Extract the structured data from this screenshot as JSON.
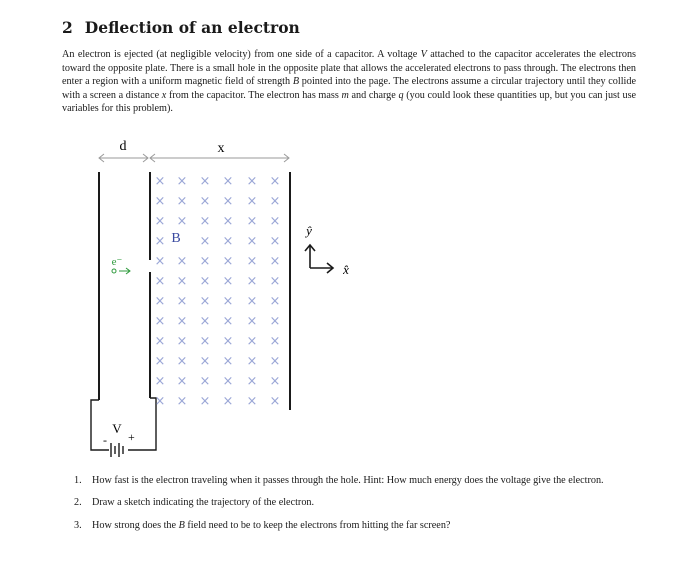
{
  "section": {
    "number": "2",
    "title": "Deflection of an electron"
  },
  "intro": {
    "s1": "An electron is ejected (at negligible velocity) from one side of a capacitor. A voltage",
    "v1": "V",
    "s2": "attached to the capacitor accelerates the electrons toward the opposite plate. There is a small hole in the opposite plate that allows the accelerated electrons to pass through. The electrons then enter a region with a uniform magnetic field of strength",
    "v2": "B",
    "s3": "pointed into the page. The electrons assume a circular trajectory until they collide with a screen a distance",
    "v3": "x",
    "s4": "from the capacitor. The electron has mass",
    "v4": "m",
    "s5": "and charge",
    "v5": "q",
    "s6": "(you could look these quantities up, but you can just use variables for this problem)."
  },
  "figure": {
    "label_d": "d",
    "label_x": "x",
    "label_B": "B",
    "label_electron": "e⁻",
    "label_V": "V",
    "label_plus": "+",
    "label_minus": "-",
    "axis_y": "ŷ",
    "axis_x": "x̂",
    "field_symbol": "×",
    "colors": {
      "field": "#9aa6d6",
      "electron": "#2e9a3c",
      "B_label": "#3a4aa0",
      "lines": "#1a1a1a",
      "dim_arrows": "#9a9a9a"
    }
  },
  "questions": [
    {
      "n": "1.",
      "a": "How fast is the electron traveling when it passes through the hole. Hint: How much energy does the voltage give the electron."
    },
    {
      "n": "2.",
      "a": "Draw a sketch indicating the trajectory of the electron."
    },
    {
      "n": "3.",
      "a": "How strong does the",
      "v": "B",
      "b": "field need to be to keep the electrons from hitting the far screen?"
    }
  ]
}
